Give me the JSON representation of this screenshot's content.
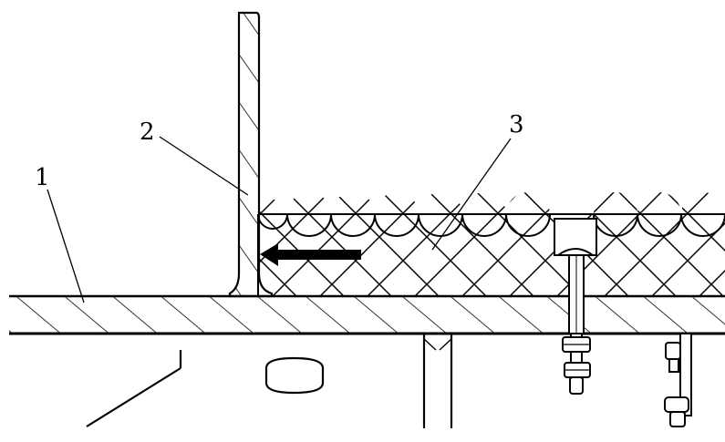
{
  "labels": {
    "part_1": "1",
    "part_2": "2",
    "part_3": "3"
  },
  "colors": {
    "ink": "#000000",
    "paper": "#ffffff"
  }
}
